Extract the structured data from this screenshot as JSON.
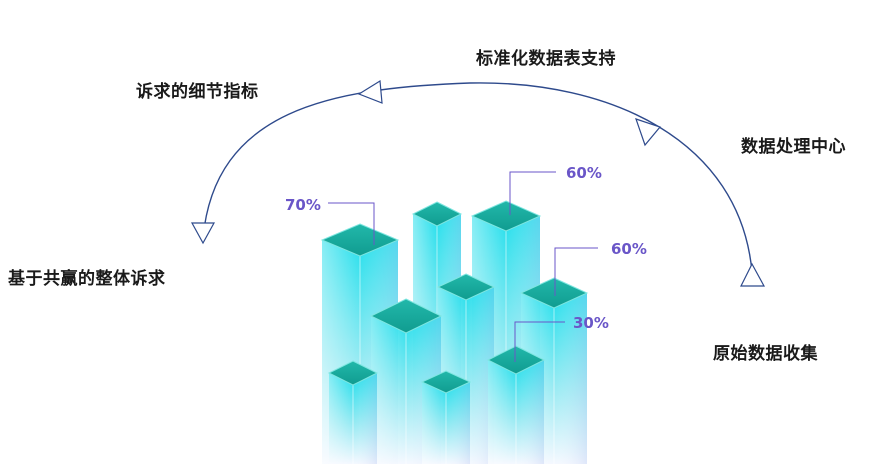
{
  "steps": [
    {
      "id": "raw-data-collection",
      "label": "原始数据收集"
    },
    {
      "id": "data-processing-center",
      "label": "数据处理中心"
    },
    {
      "id": "standardized-datasheet-support",
      "label": "标准化数据表支持"
    },
    {
      "id": "detailed-indicators",
      "label": "诉求的细节指标"
    },
    {
      "id": "win-win-demands",
      "label": "基于共赢的整体诉求"
    }
  ],
  "percentages": [
    {
      "id": "pct-70",
      "value": "70%"
    },
    {
      "id": "pct-60-top",
      "value": "60%"
    },
    {
      "id": "pct-60-right",
      "value": "60%"
    },
    {
      "id": "pct-30",
      "value": "30%"
    }
  ],
  "colors": {
    "arc": "#2e4a8c",
    "bar_top": "#1aa99c",
    "bar_body_top": "#18d8e8",
    "bar_body_bottom": "#f2f8ff",
    "leader_line": "#6a56c8",
    "percent_text": "#6a56c8"
  }
}
